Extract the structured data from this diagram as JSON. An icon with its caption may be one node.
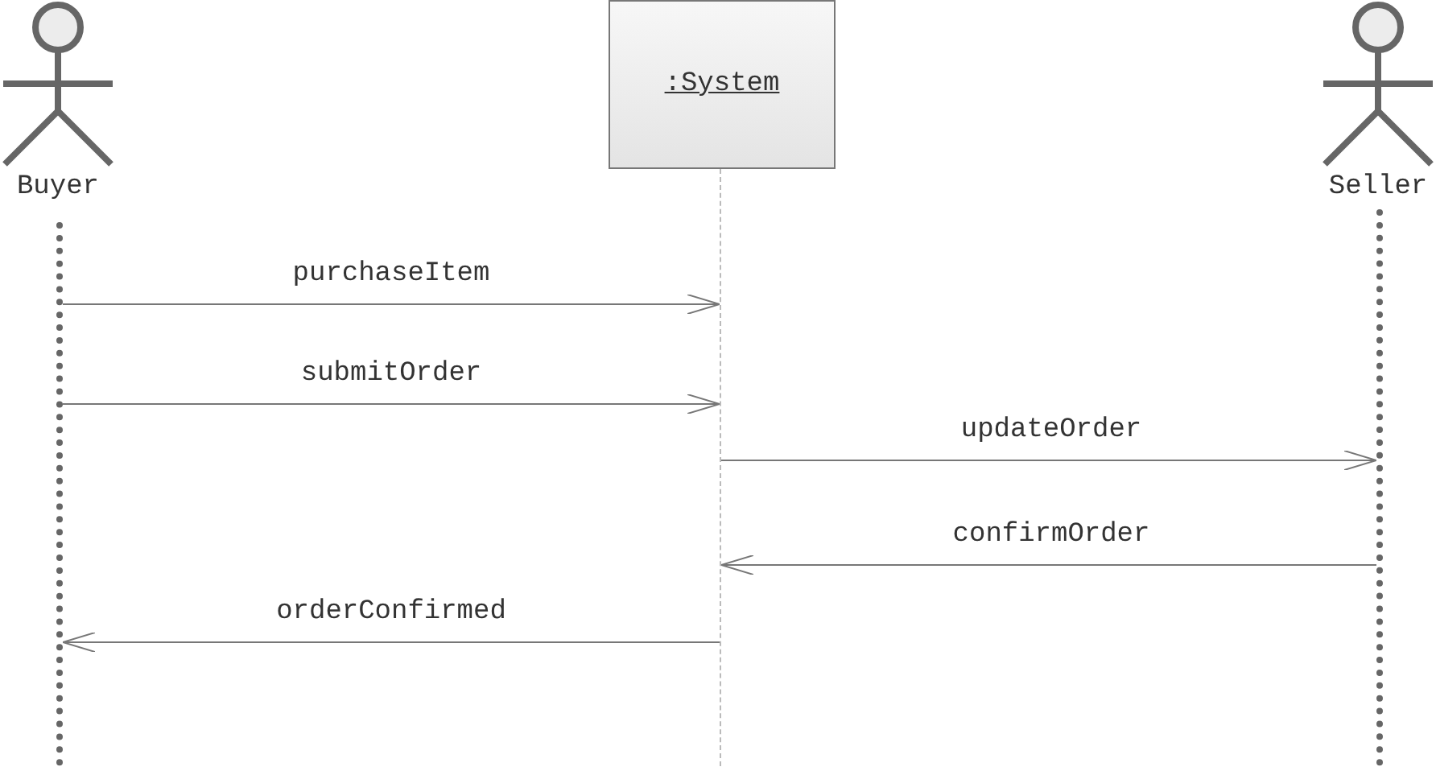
{
  "diagram": {
    "nodes": [
      {
        "text": [
          "Buyer"
        ]
      },
      {
        "text": [
          ":System"
        ]
      },
      {
        "text": [
          "Seller"
        ]
      },
      {
        "text": [],
        "shape": "bar"
      },
      {
        "text": [],
        "shape": "bar"
      },
      {
        "text": [],
        "shape": "bar"
      }
    ],
    "edges": [
      {
        "from": 3,
        "to": 4,
        "arrow": "to",
        "label": "purchaseItem"
      },
      {
        "from": 3,
        "to": 4,
        "arrow": "to",
        "label": "submitOrder"
      },
      {
        "from": 4,
        "to": 5,
        "arrow": "to",
        "label": "updateOrder"
      },
      {
        "from": 5,
        "to": 4,
        "arrow": "to",
        "label": "confirmOrder"
      },
      {
        "from": 4,
        "to": 3,
        "arrow": "to",
        "label": "orderConfirmed"
      }
    ]
  }
}
